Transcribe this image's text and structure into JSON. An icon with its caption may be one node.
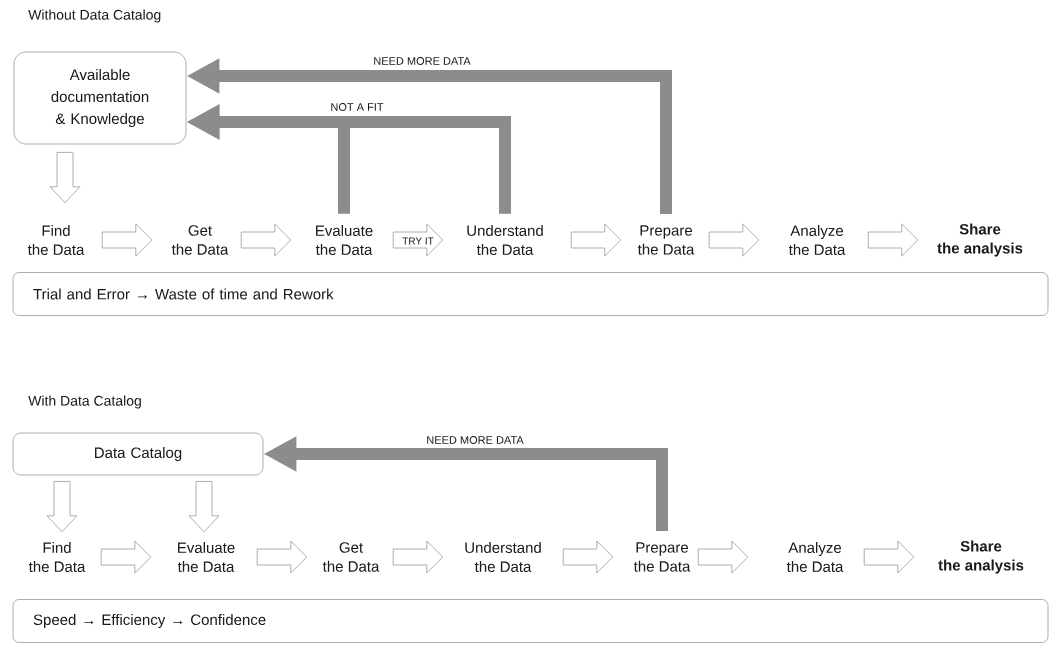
{
  "diagram": {
    "nodes": [
      {
        "text": [
          "Available documentation & Knowledge"
        ]
      },
      {
        "text": [
          "Find the Data"
        ]
      },
      {
        "text": [
          "Get the Data"
        ]
      },
      {
        "text": [
          "Evaluate the Data"
        ]
      },
      {
        "text": [
          "Understand the Data"
        ]
      },
      {
        "text": [
          "Prepare the Data"
        ]
      },
      {
        "text": [
          "Analyze the Data"
        ]
      },
      {
        "text": [
          "Share the analysis"
        ]
      },
      {
        "text": [
          "Trial and Error → Waste of time and Rework"
        ]
      },
      {
        "text": [
          "Data Catalog"
        ]
      },
      {
        "text": [
          "Find the Data"
        ]
      },
      {
        "text": [
          "Evaluate the Data"
        ]
      },
      {
        "text": [
          "Get the Data"
        ]
      },
      {
        "text": [
          "Understand the Data"
        ]
      },
      {
        "text": [
          "Prepare the Data"
        ]
      },
      {
        "text": [
          "Analyze the Data"
        ]
      },
      {
        "text": [
          "Share the analysis"
        ]
      },
      {
        "text": [
          "Speed → Efficiency → Confidence"
        ]
      }
    ],
    "edges": [
      {
        "from": 0,
        "to": 1,
        "arrow": "to"
      },
      {
        "from": 1,
        "to": 2,
        "arrow": "to"
      },
      {
        "from": 2,
        "to": 3,
        "arrow": "to"
      },
      {
        "from": 3,
        "to": 4,
        "arrow": "to",
        "label": "TRY IT"
      },
      {
        "from": 4,
        "to": 5,
        "arrow": "to"
      },
      {
        "from": 5,
        "to": 6,
        "arrow": "to"
      },
      {
        "from": 6,
        "to": 7,
        "arrow": "to"
      },
      {
        "from": 5,
        "to": 0,
        "arrow": "to",
        "label": "NEED MORE DATA",
        "color": "#8c8c8c"
      },
      {
        "from": 3,
        "to": 0,
        "arrow": "to",
        "label": "NOT A FIT",
        "color": "#8c8c8c"
      },
      {
        "from": 4,
        "to": 0,
        "arrow": "to",
        "color": "#8c8c8c"
      },
      {
        "from": 9,
        "to": 10,
        "arrow": "to"
      },
      {
        "from": 9,
        "to": 11,
        "arrow": "to"
      },
      {
        "from": 10,
        "to": 11,
        "arrow": "to"
      },
      {
        "from": 11,
        "to": 12,
        "arrow": "to"
      },
      {
        "from": 12,
        "to": 13,
        "arrow": "to"
      },
      {
        "from": 13,
        "to": 14,
        "arrow": "to"
      },
      {
        "from": 14,
        "to": 15,
        "arrow": "to"
      },
      {
        "from": 15,
        "to": 16,
        "arrow": "to"
      },
      {
        "from": 14,
        "to": 9,
        "arrow": "to",
        "label": "NEED MORE DATA",
        "color": "#8c8c8c"
      }
    ],
    "labels": [
      "Without Data Catalog",
      "With Data Catalog"
    ]
  }
}
